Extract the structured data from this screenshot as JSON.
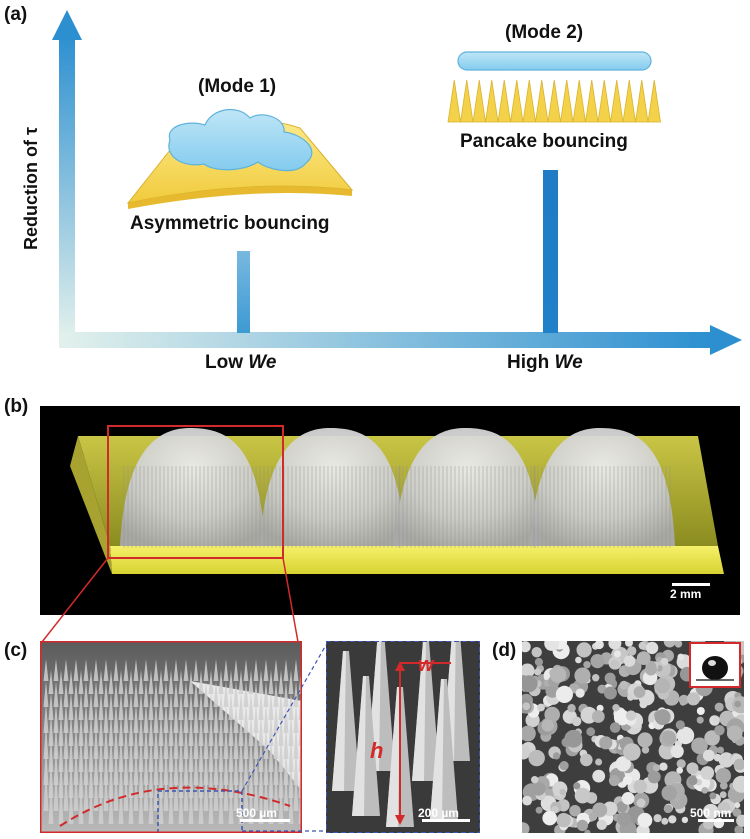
{
  "panel_a": {
    "label": "(a)",
    "y_axis_label": "Reduction of τ",
    "modes": [
      {
        "title": "(Mode 1)",
        "caption": "Asymmetric bouncing",
        "we_prefix": "Low ",
        "we_symbol": "We",
        "level": 0.3
      },
      {
        "title": "(Mode 2)",
        "caption": "Pancake bouncing",
        "we_prefix": "High ",
        "we_symbol": "We",
        "level": 0.6
      }
    ]
  },
  "panel_b": {
    "label": "(b)",
    "scale_text": "2 mm"
  },
  "panel_c": {
    "label": "(c)",
    "scale_left": "500 µm",
    "scale_right": "200 µm",
    "w_symbol": "w",
    "h_symbol": "h"
  },
  "panel_d": {
    "label": "(d)",
    "scale_text": "500 nm"
  },
  "colors": {
    "axis_blue": "#2c8fd0",
    "droplet": "#9fd7f0",
    "substrate": "#f3d24a",
    "zoom_red": "#d22a2a",
    "zoom_blue": "#3a56b0"
  }
}
